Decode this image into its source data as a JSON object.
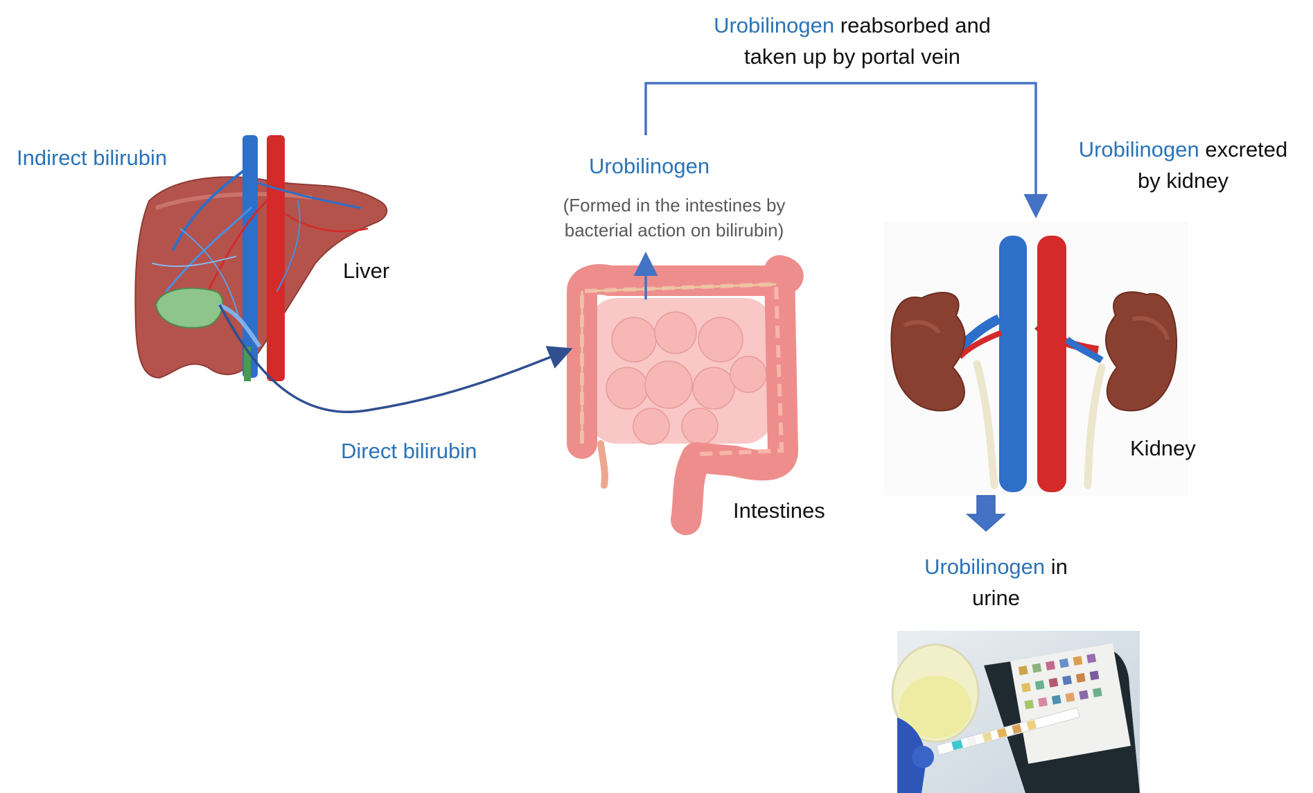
{
  "labels": {
    "indirect": "Indirect bilirubin",
    "liver": "Liver",
    "direct": "Direct bilirubin",
    "urobilinogen": "Urobilinogen",
    "formed_line1": "(Formed in the intestines by",
    "formed_line2": "bacterial action on bilirubin)",
    "intestines": "Intestines",
    "reabsorbed_em": "Urobilinogen",
    "reabsorbed_rest1": " reabsorbed and",
    "reabsorbed_line2": "taken up by portal vein",
    "excreted_em": "Urobilinogen",
    "excreted_rest1": " excreted",
    "excreted_line2": "by kidney",
    "kidney": "Kidney",
    "urine_em": "Urobilinogen",
    "urine_rest1": " in",
    "urine_line2": "urine"
  },
  "colors": {
    "label_blue": "#2a73b8",
    "arrow_blue": "#4472c4",
    "arrow_dark": "#2f4f8f",
    "liver": "#b4524c",
    "intestine": "#f3a3a0",
    "kidney": "#8a4030",
    "vein": "#2e6fc9",
    "artery": "#d42a2a"
  },
  "icons": [
    "liver-illustration",
    "intestines-illustration",
    "kidneys-illustration",
    "urine-test-photo"
  ]
}
